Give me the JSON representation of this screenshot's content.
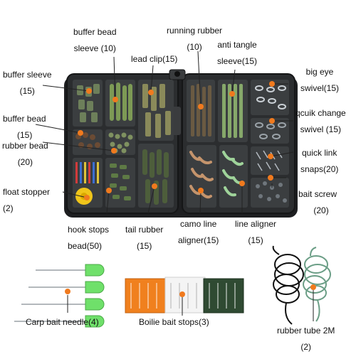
{
  "image_kind": "product-photo",
  "colors": {
    "box": "#2b2d2f",
    "box_edge": "#1a1b1c",
    "marker": "#f07a1e",
    "leader": "#222222",
    "needle_handle": "#6fe06a",
    "stop_orange": "#f0801e",
    "stop_white": "#f2f2f2",
    "stop_green": "#2f4a32",
    "tube_black": "#111111",
    "tube_green": "#6b9e86"
  },
  "labels": {
    "buffer_bead_sleeve": [
      "buffer bead",
      "sleeve (10)"
    ],
    "running_rubber": [
      "running rubber",
      "(10)"
    ],
    "anti_tangle_sleeve": [
      "anti tangle",
      "sleeve(15)"
    ],
    "lead_clip": [
      "lead clip(15)"
    ],
    "buffer_sleeve": [
      "buffer sleeve",
      "(15)"
    ],
    "big_eye_swivel": [
      "big eye",
      "swivel(15)"
    ],
    "buffer_bead": [
      "buffer bead",
      "(15)"
    ],
    "quick_change_swivel": [
      "qcuik change",
      "swivel (15)"
    ],
    "rubber_bead": [
      "rubber bead",
      "(20)"
    ],
    "quick_link_snaps": [
      "quick link",
      "snaps(20)"
    ],
    "float_stopper": [
      "float stopper",
      "(2)"
    ],
    "bait_screw": [
      "bait screw",
      "(20)"
    ],
    "hook_stops_bead": [
      "hook stops",
      "bead(50)"
    ],
    "tail_rubber": [
      "tail rubber",
      "(15)"
    ],
    "camo_line_aligner": [
      "camo line",
      "aligner(15)"
    ],
    "line_aligner": [
      "line aligner",
      "(15)"
    ],
    "carp_bait_needle": [
      "Carp bait needle(4)"
    ],
    "boilie_bait_stops": [
      "Boilie bait stops(3)"
    ],
    "rubber_tube": [
      "rubber tube 2M",
      "(2)"
    ]
  }
}
